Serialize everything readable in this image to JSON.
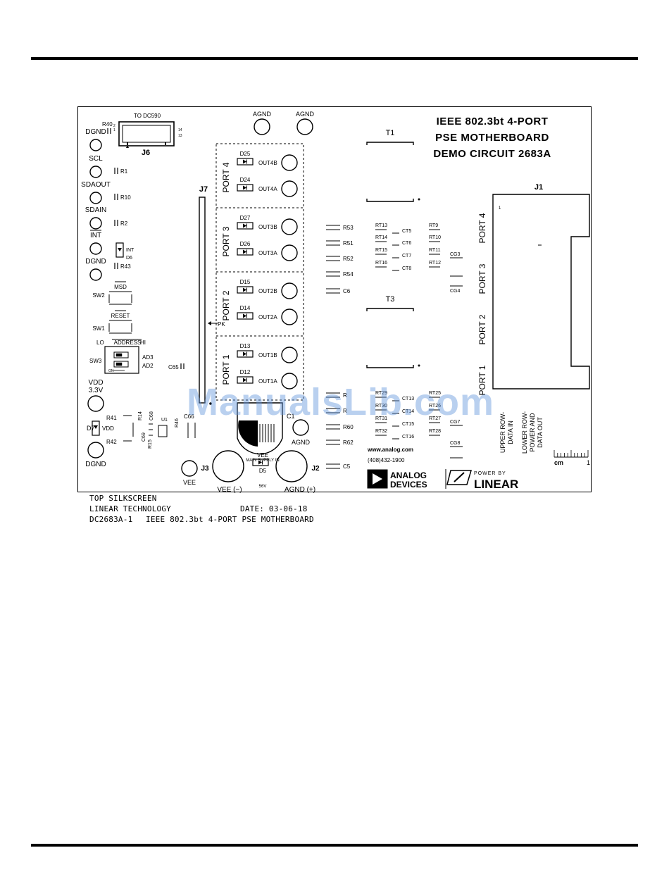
{
  "board": {
    "title_lines": [
      "IEEE 802.3bt 4-PORT",
      "PSE MOTHERBOARD",
      "DEMO CIRCUIT 2683A"
    ],
    "header_to": "TO DC590",
    "agnd_top": [
      "AGND",
      "AGND"
    ],
    "left_labels": [
      "DGND",
      "SCL",
      "SDAOUT",
      "SDAIN",
      "INT",
      "DGND"
    ],
    "left_resistors": [
      "R1",
      "R10",
      "R2",
      "R43"
    ],
    "r40": "R40",
    "j6": "J6",
    "j6_pins": [
      "2",
      "1",
      "14",
      "13"
    ],
    "d6": [
      "INT",
      "D6"
    ],
    "switches": [
      {
        "name": "SW2",
        "label": "MSD"
      },
      {
        "name": "SW1",
        "label": "RESET"
      }
    ],
    "address": {
      "lo": "LO",
      "label": "ADDRESS",
      "hi": "HI",
      "sw": "SW3",
      "ad3": "AD3",
      "ad2": "AD2",
      "on": "ON"
    },
    "c65": "C65",
    "vdd": [
      "VDD",
      "3.3V"
    ],
    "d7": "D7",
    "vdd_small": "VDD",
    "dgnd_bottom": "DGND",
    "lower_left_parts": [
      "R41",
      "R14",
      "C68",
      "R46",
      "U1",
      "C66",
      "R42",
      "C69",
      "R15"
    ],
    "j7": "J7",
    "pk": "PK",
    "ports": [
      {
        "label": "PORT 4",
        "d_top": "D25",
        "out_top": "OUT4B",
        "d_bot": "D24",
        "out_bot": "OUT4A"
      },
      {
        "label": "PORT 3",
        "d_top": "D27",
        "out_top": "OUT3B",
        "d_bot": "D26",
        "out_bot": "OUT3A"
      },
      {
        "label": "PORT 2",
        "d_top": "D15",
        "out_top": "OUT2B",
        "d_bot": "D14",
        "out_bot": "OUT2A"
      },
      {
        "label": "PORT 1",
        "d_top": "D13",
        "out_top": "OUT1B",
        "d_bot": "D12",
        "out_bot": "OUT1A"
      }
    ],
    "c1": "C1",
    "agnd_mid": "AGND",
    "vee_small": "VEE",
    "d5": "D5",
    "main_supply": [
      "MAIN SUPPLY IN",
      "56V"
    ],
    "j3": "J3",
    "j2": "J2",
    "vee_left": "VEE",
    "vee_minus": "VEE (−)",
    "agnd_plus": "AGND (+)",
    "mid_resistors_top": [
      "R53",
      "R51",
      "R52",
      "R54",
      "C6"
    ],
    "mid_resistors_bot": [
      "R",
      "R",
      "R60",
      "R62",
      "C5"
    ],
    "t1": "T1",
    "t3": "T3",
    "rt_top_left": [
      "RT13",
      "RT14",
      "RT15",
      "RT16"
    ],
    "ct_top": [
      "CT5",
      "CT6",
      "CT7",
      "CT8"
    ],
    "rt_top_right": [
      "RT9",
      "RT10",
      "RT11",
      "RT12"
    ],
    "cg_top": [
      "CG3",
      "CG4"
    ],
    "rt_bot_left": [
      "RT29",
      "RT30",
      "RT31",
      "RT32"
    ],
    "ct_bot": [
      "CT13",
      "CT14",
      "CT15",
      "CT16"
    ],
    "rt_bot_right": [
      "RT25",
      "RT26",
      "RT27",
      "RT28"
    ],
    "cg_bot": [
      "CG7",
      "CG8"
    ],
    "web": "www.analog.com",
    "phone": "(408)432-1900",
    "adi": [
      "ANALOG",
      "DEVICES"
    ],
    "powered_by": "POWER BY",
    "linear": "LINEAR",
    "j1": "J1",
    "j1_pin": "1",
    "right_ports": [
      "PORT 4",
      "PORT 3",
      "PORT 2",
      "PORT 1"
    ],
    "row_labels": [
      [
        "UPPER ROW-",
        "DATA IN"
      ],
      [
        "LOWER ROW-",
        "POWER AND",
        "DATA OUT"
      ]
    ],
    "scale": {
      "unit": "cm",
      "one": "1"
    }
  },
  "caption": {
    "line1": "TOP SILKSCREEN",
    "line2_left": "LINEAR TECHNOLOGY",
    "line2_right": "DATE: 03-06-18",
    "line3_left": "DC2683A-1",
    "line3_right": "IEEE 802.3bt 4-PORT PSE MOTHERBOARD"
  },
  "watermark": "ManualsLib.com"
}
